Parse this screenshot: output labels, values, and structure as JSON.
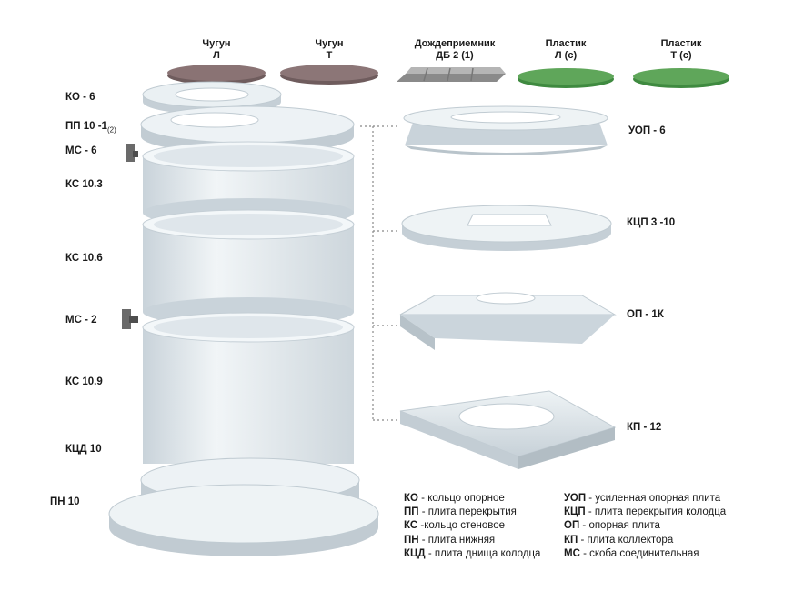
{
  "top_labels": [
    {
      "title": "Чугун",
      "sub": "Л"
    },
    {
      "title": "Чугун",
      "sub": "Т"
    },
    {
      "title": "Дождеприемник",
      "sub": "ДБ 2 (1)"
    },
    {
      "title": "Пластик",
      "sub": "Л (с)"
    },
    {
      "title": "Пластик",
      "sub": "Т (с)"
    }
  ],
  "left_labels": {
    "ko6": "КО - 6",
    "pp10": "ПП 10 -1",
    "pp10_sub": "(2)",
    "ms6": "МС - 6",
    "ks103": "КС 10.3",
    "ks106": "КС 10.6",
    "ms2": "МС - 2",
    "ks109": "КС 10.9",
    "kcd10": "КЦД 10",
    "pn10": "ПН 10"
  },
  "right_labels": {
    "uop6": "УОП - 6",
    "kcp310": "КЦП 3 -10",
    "op1k": "ОП - 1К",
    "kp12": "КП - 12"
  },
  "legend_left": [
    {
      "code": "КО",
      "text": " - кольцо опорное"
    },
    {
      "code": "ПП",
      "text": " - плита перекрытия"
    },
    {
      "code": "КС",
      "text": " -кольцо стеновое"
    },
    {
      "code": "ПН",
      "text": " - плита нижняя"
    },
    {
      "code": "КЦД",
      "text": " - плита днища колодца"
    }
  ],
  "legend_right": [
    {
      "code": "УОП",
      "text": " - усиленная опорная плита"
    },
    {
      "code": "КЦП",
      "text": " - плита перекрытия колодца"
    },
    {
      "code": "ОП",
      "text": " - опорная плита"
    },
    {
      "code": "КП",
      "text": " - плита коллектора"
    },
    {
      "code": "МС",
      "text": " - скоба соединительная"
    }
  ],
  "colors": {
    "concrete": "#e6ecf0",
    "concrete_shade": "#c9d3da",
    "cast_iron_light": "#8a7374",
    "cast_iron_heavy": "#8c7677",
    "plastic": "#5fa65a",
    "grate": "#9a9a9a",
    "bracket": "#6a6a6a"
  }
}
